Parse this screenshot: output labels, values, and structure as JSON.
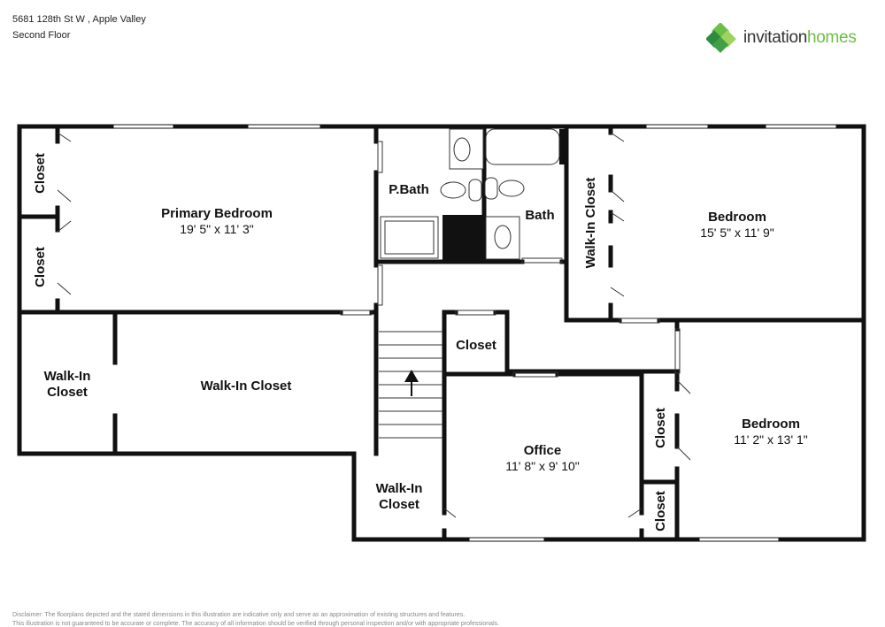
{
  "header": {
    "address": "5681 128th St W , Apple Valley",
    "floor": "Second Floor"
  },
  "logo": {
    "word1": "invitation",
    "word2": "homes",
    "colors": [
      "#2e8b3d",
      "#6cbf45",
      "#9fd35f"
    ]
  },
  "rooms": {
    "primary_bedroom": {
      "name": "Primary Bedroom",
      "dims": "19' 5\" x 11' 3\""
    },
    "closet_1": {
      "name": "Closet"
    },
    "closet_2": {
      "name": "Closet"
    },
    "walkin_left": {
      "name": "Walk-In Closet"
    },
    "walkin_main": {
      "name": "Walk-In Closet"
    },
    "pbath": {
      "name": "P.Bath"
    },
    "bath": {
      "name": "Bath"
    },
    "walkin_right": {
      "name": "Walk-In Closet"
    },
    "bedroom_1": {
      "name": "Bedroom",
      "dims": "15' 5\" x 11' 9\""
    },
    "closet_hall": {
      "name": "Closet"
    },
    "office": {
      "name": "Office",
      "dims": "11' 8\" x 9' 10\""
    },
    "walkin_office": {
      "name": "Walk-In Closet"
    },
    "bedroom_2": {
      "name": "Bedroom",
      "dims": "11' 2\" x 13' 1\""
    },
    "closet_b2_1": {
      "name": "Closet"
    },
    "closet_b2_2": {
      "name": "Closet"
    }
  },
  "disclaimer": {
    "line1": "Disclaimer: The floorplans depicted and the stated dimensions in this illustration are indicative only and serve as an approximation of existing structures and features.",
    "line2": "This illustration is not guaranteed to be accurate or complete. The accuracy of all information should be verified through personal inspection and/or with appropriate professionals."
  }
}
